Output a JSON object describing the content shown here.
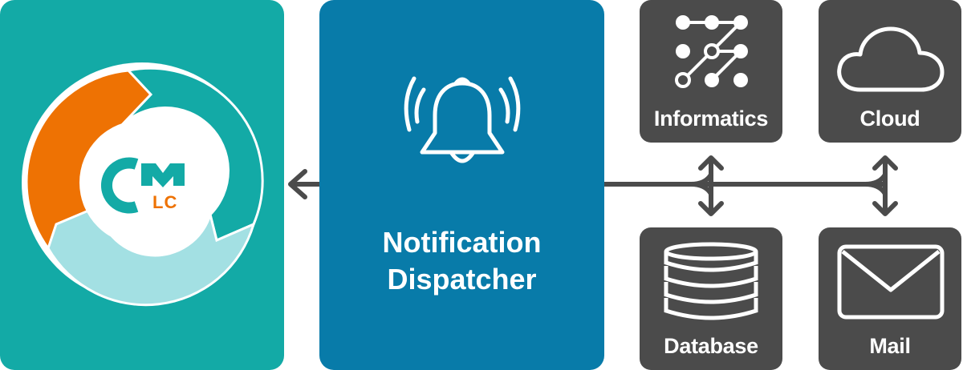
{
  "lifecycle": {
    "logo_letters": "CM",
    "logo_sub": "LC",
    "colors": {
      "panel": "#13aaa6",
      "orange": "#ee7203",
      "teal": "#13aaa6",
      "light_teal": "#a3e0e3"
    }
  },
  "dispatcher": {
    "title_line1": "Notification",
    "title_line2": "Dispatcher",
    "icon": "bell-ringing-icon",
    "color": "#087ba9"
  },
  "targets": [
    {
      "label": "Informatics",
      "icon": "network-nodes-icon"
    },
    {
      "label": "Cloud",
      "icon": "cloud-icon"
    },
    {
      "label": "Database",
      "icon": "database-icon"
    },
    {
      "label": "Mail",
      "icon": "envelope-icon"
    }
  ],
  "tile_color": "#4b4b4b",
  "connector_color": "#4b4b4b"
}
